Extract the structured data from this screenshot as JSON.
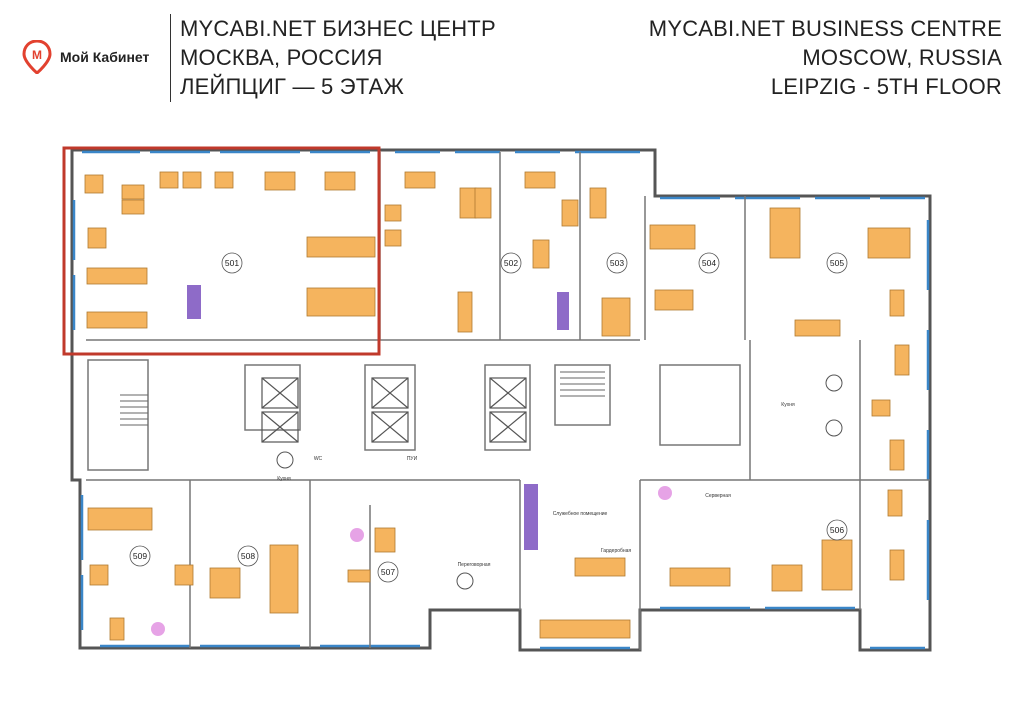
{
  "brand": {
    "name": "Мой Кабинет",
    "logo_letter": "M",
    "accent": "#e2412f"
  },
  "title_ru": [
    "MYCABI.NET БИЗНЕС ЦЕНТР",
    "МОСКВА, РОССИЯ",
    "ЛЕЙПЦИГ — 5 ЭТАЖ"
  ],
  "title_en": [
    "MYCABI.NET BUSINESS CENTRE",
    "MOSCOW, RUSSIA",
    "LEIPZIG - 5TH FLOOR"
  ],
  "offices": [
    "501",
    "502",
    "503",
    "504",
    "505",
    "506",
    "507",
    "508",
    "509"
  ],
  "rooms": {
    "kitchen_a": "Кухня",
    "kitchen_b": "Кухня",
    "meeting": "Переговорная",
    "service": "Служебное помещение",
    "wardrobe": "Гардеробная",
    "server": "Серверная",
    "wc": "WC",
    "pui": "ПУИ"
  },
  "colors": {
    "desk": "#f5b45e",
    "wall": "#555555",
    "window": "#3a86c8",
    "highlight": "#c0392b",
    "purple": "#8e6bc8",
    "pink": "#e6a3e6"
  }
}
